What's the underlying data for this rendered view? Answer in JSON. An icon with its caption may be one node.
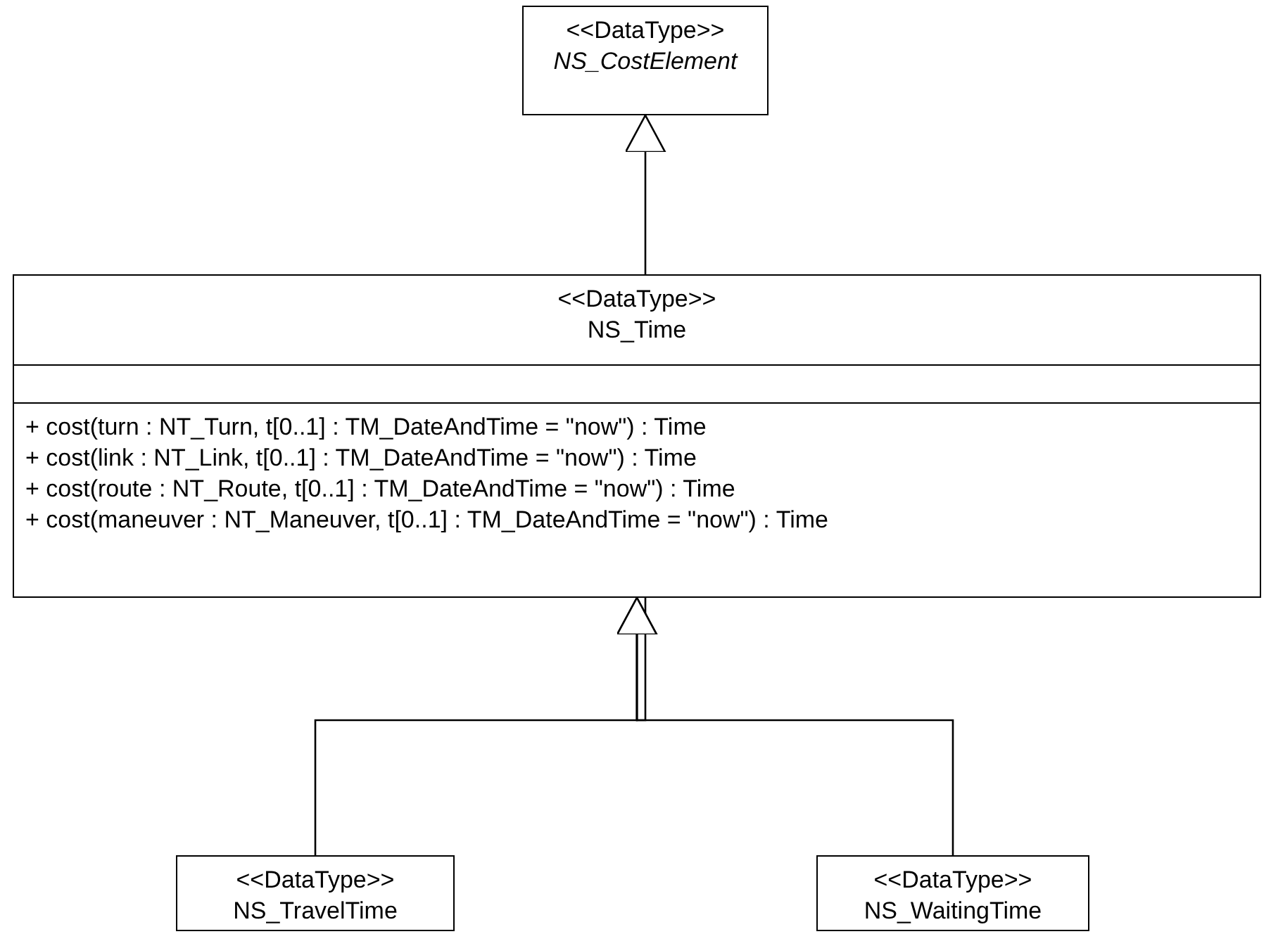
{
  "diagram": {
    "nodes": [
      {
        "text": [
          "<<DataType>>",
          "*NS_CostElement*"
        ]
      },
      {
        "text": [
          "<<DataType>>",
          "NS_Time",
          "+ cost(turn : NT_Turn, t[0..1] : TM_DateAndTime = \"now\") : Time",
          "+ cost(link : NT_Link, t[0..1] : TM_DateAndTime = \"now\") : Time",
          "+ cost(route : NT_Route, t[0..1] : TM_DateAndTime = \"now\") : Time",
          "+ cost(maneuver : NT_Maneuver, t[0..1] : TM_DateAndTime = \"now\") : Time"
        ]
      },
      {
        "text": [
          "<<DataType>>",
          "NS_TravelTime"
        ]
      },
      {
        "text": [
          "<<DataType>>",
          "NS_WaitingTime"
        ]
      }
    ],
    "edges": [
      {
        "from": 1,
        "to": 0,
        "arrow": "to"
      },
      {
        "from": 2,
        "to": 1,
        "arrow": "to"
      },
      {
        "from": 3,
        "to": 1,
        "arrow": "to"
      }
    ]
  }
}
